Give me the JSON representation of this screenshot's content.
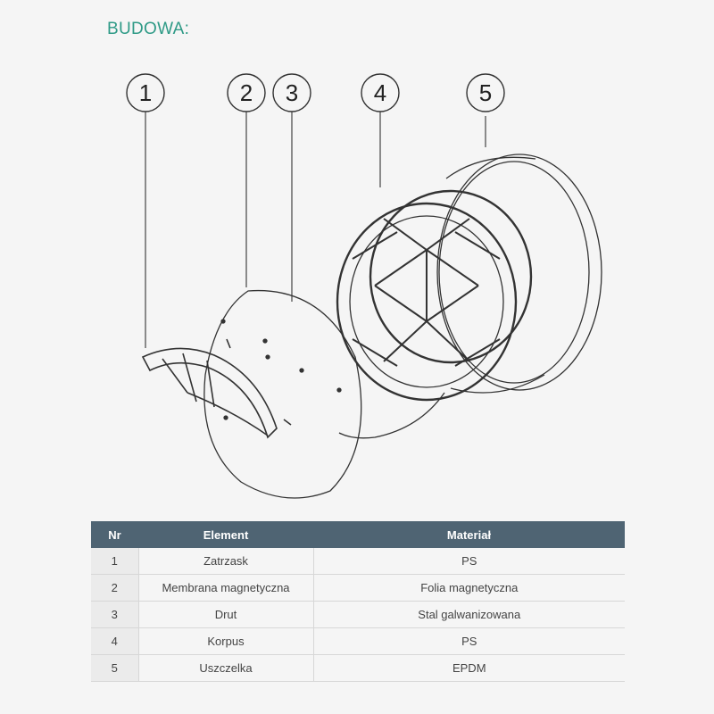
{
  "heading": "BUDOWA:",
  "callouts": [
    "1",
    "2",
    "3",
    "4",
    "5"
  ],
  "table": {
    "headers": [
      "Nr",
      "Element",
      "Materiał"
    ],
    "rows": [
      [
        "1",
        "Zatrzask",
        "PS"
      ],
      [
        "2",
        "Membrana magnetyczna",
        "Folia magnetyczna"
      ],
      [
        "3",
        "Drut",
        "Stal galwanizowana"
      ],
      [
        "4",
        "Korpus",
        "PS"
      ],
      [
        "5",
        "Uszczelka",
        "EPDM"
      ]
    ]
  },
  "colors": {
    "accent": "#2e9a86",
    "table_header": "#4f6473",
    "line": "#333333"
  }
}
